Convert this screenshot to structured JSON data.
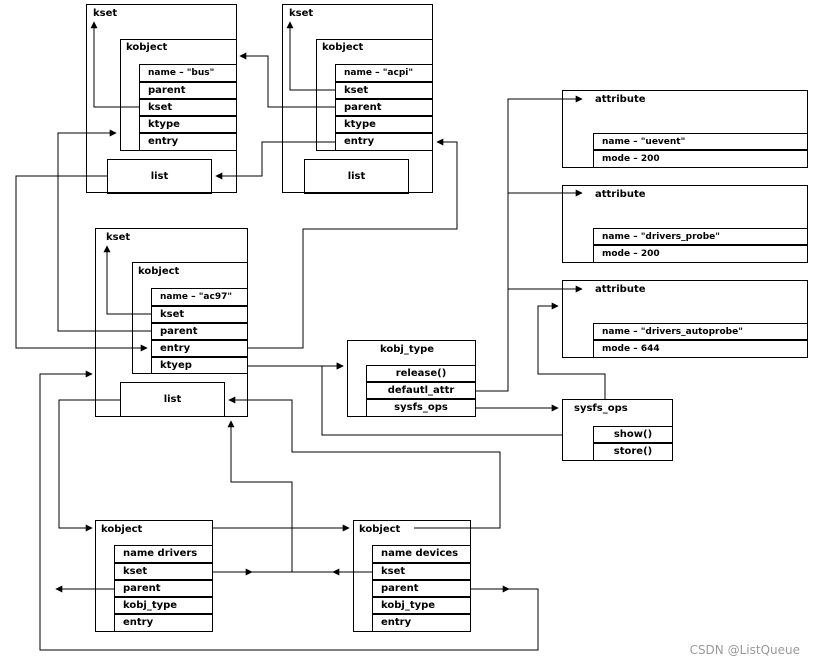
{
  "boxes": {
    "kset_bus": {
      "title": "kset"
    },
    "kobj_bus": {
      "title": "kobject"
    },
    "kset_acpi": {
      "title": "kset"
    },
    "kobj_acpi": {
      "title": "kobject"
    },
    "kset_ac97": {
      "title": "kset"
    },
    "kobj_ac97": {
      "title": "kobject"
    },
    "attr_uevent": {
      "title": "attribute"
    },
    "attr_probe": {
      "title": "attribute"
    },
    "attr_autoprobe": {
      "title": "attribute"
    },
    "kobj_type": {
      "title": "kobj_type"
    },
    "sysfs_ops": {
      "title": "sysfs_ops"
    },
    "kobj_drivers": {
      "title": "kobject"
    },
    "kobj_devices": {
      "title": "kobject"
    }
  },
  "rows": {
    "bus_name": "name  –  \"bus\"",
    "bus_parent": "parent",
    "bus_kset": "kset",
    "bus_ktype": "ktype",
    "bus_entry": "entry",
    "bus_list": "list",
    "acpi_name": "name  –   \"acpi\"",
    "acpi_kset": "kset",
    "acpi_parent": "parent",
    "acpi_ktype": "ktype",
    "acpi_entry": "entry",
    "acpi_list": "list",
    "ac97_name": "name  –   \"ac97\"",
    "ac97_kset": "kset",
    "ac97_parent": "parent",
    "ac97_entry": "entry",
    "ac97_ktyep": "ktyep",
    "ac97_list": "list",
    "uevent_name": "name  –   \"uevent\"",
    "uevent_mode": "mode  –  200",
    "probe_name": "name  –     \"drivers_probe\"",
    "probe_mode": "mode  –  200",
    "autoprobe_name": "name  –      \"drivers_autoprobe\"",
    "autoprobe_mode": "mode  –  644",
    "kt_release": "release()",
    "kt_default": "defautl_attr",
    "kt_sysfs": "sysfs_ops",
    "ops_show": "show()",
    "ops_store": "store()",
    "drv_name": "name drivers",
    "drv_kset": "kset",
    "drv_parent": "parent",
    "drv_kobj_type": "kobj_type",
    "drv_entry": "entry",
    "dev_name": "name devices",
    "dev_kset": "kset",
    "dev_parent": "parent",
    "dev_kobj_type": "kobj_type",
    "dev_entry": "entry"
  },
  "watermark": "CSDN @ListQueue"
}
